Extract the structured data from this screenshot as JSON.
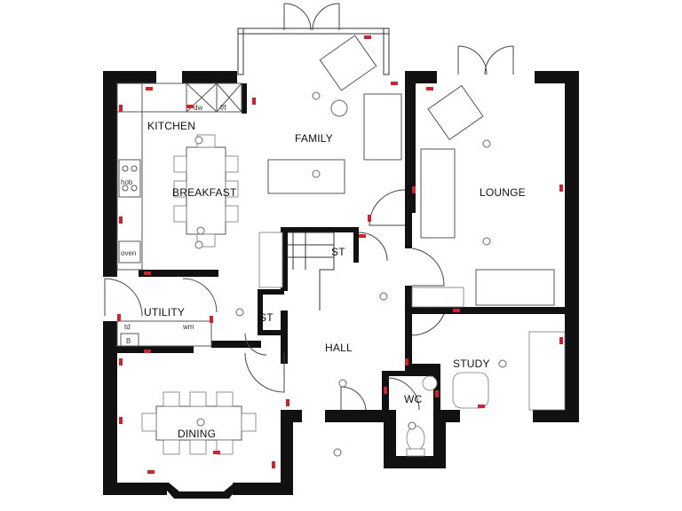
{
  "rooms": {
    "kitchen": "KITCHEN",
    "family": "FAMILY",
    "breakfast": "BREAKFAST",
    "lounge": "LOUNGE",
    "st_upper": "ST",
    "st_lower": "ST",
    "utility": "UTILITY",
    "hall": "HALL",
    "study": "STUDY",
    "wc": "WC",
    "dining": "DINING"
  },
  "fixtures": {
    "dishwasher": "dw",
    "fridge_freezer": "f/f",
    "hob": "hob",
    "oven": "oven",
    "tumble_dryer": "td",
    "washing_machine": "wm",
    "boiler": "B"
  },
  "colors": {
    "wall": "#111111",
    "socket_marker": "#d4202a",
    "furniture_stroke": "#555555"
  }
}
